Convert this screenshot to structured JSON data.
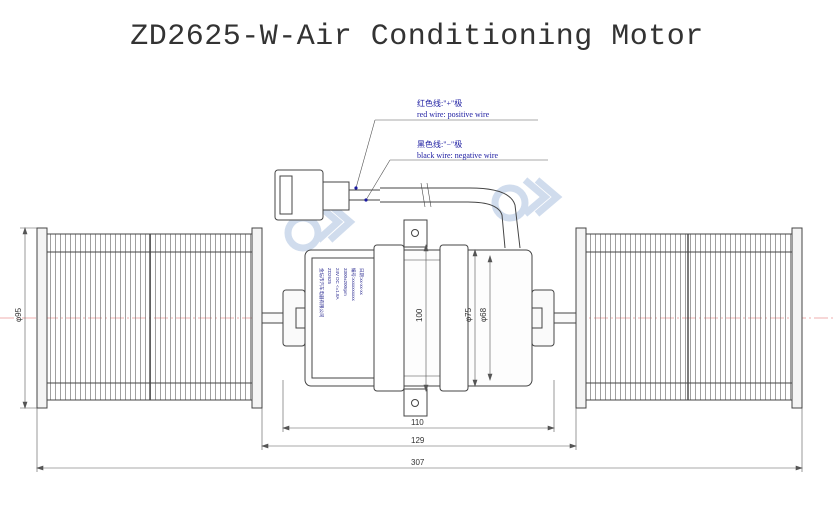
{
  "title": "ZD2625-W-Air Conditioning Motor",
  "wires": {
    "red_cn": "红色线:\"+\"极",
    "red_en": "red wire: positive wire",
    "black_cn": "黑色线:\"−\"极",
    "black_en": "black wire: negative wire"
  },
  "dimensions": {
    "d95": "φ95",
    "d100": "100",
    "d75": "φ75",
    "d68": "φ68",
    "w110": "110",
    "w129": "129",
    "w307": "307"
  },
  "nameplate": {
    "line1": "金坛市汽车电器有限公司",
    "line2": "ZD2625",
    "line3": "24V DC  <=1.8A",
    "line4": "3300±200rpm",
    "line5": "编号:xxxxxxxxxx",
    "line6": "日期:xx-xx-xx"
  },
  "colors": {
    "line": "#444444",
    "dimension": "#555555",
    "centerline": "#e06060",
    "callout": "#1a1aa0",
    "watermark": "#c8d6ea"
  }
}
